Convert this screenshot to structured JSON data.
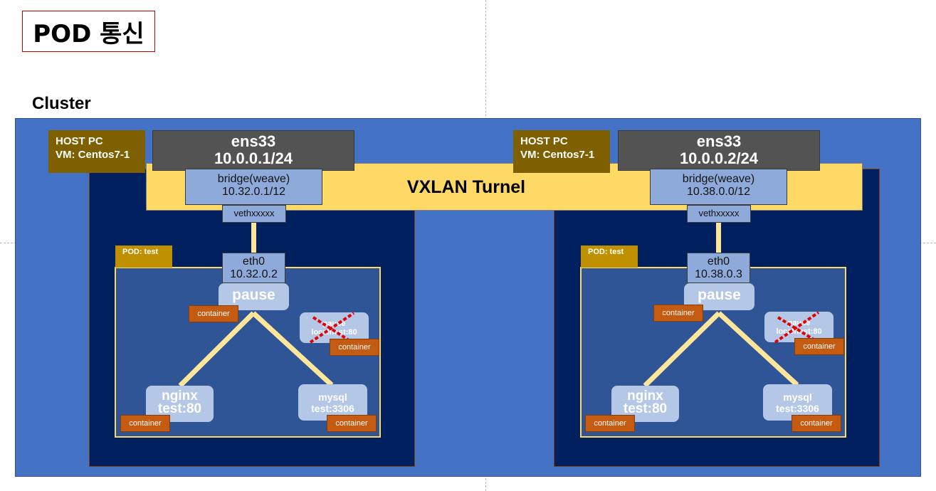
{
  "title": "POD 통신",
  "cluster_label": "Cluster",
  "vxlan_label": "VXLAN Turnel",
  "hosts": [
    {
      "hostpc_line1": "HOST PC",
      "hostpc_line2": "VM: Centos7-1",
      "ens_name": "ens33",
      "ens_ip": "10.0.0.1/24",
      "bridge_name": "bridge(weave)",
      "bridge_ip": "10.32.0.1/12",
      "veth": "vethxxxxx",
      "pod_tag": "POD: test",
      "eth_name": "eth0",
      "eth_ip": "10.32.0.2",
      "pause": "pause",
      "nginx_line1": "nginx",
      "nginx_line2": "test:80",
      "mysql_line1": "mysql",
      "mysql_line2": "test:3306",
      "small_line1": "pause",
      "small_line2": "localhost:80",
      "container_tag": "container"
    },
    {
      "hostpc_line1": "HOST PC",
      "hostpc_line2": "VM: Centos7-1",
      "ens_name": "ens33",
      "ens_ip": "10.0.0.2/24",
      "bridge_name": "bridge(weave)",
      "bridge_ip": "10.38.0.0/12",
      "veth": "vethxxxxx",
      "pod_tag": "POD: test",
      "eth_name": "eth0",
      "eth_ip": "10.38.0.3",
      "pause": "pause",
      "nginx_line1": "nginx",
      "nginx_line2": "test:80",
      "mysql_line1": "mysql",
      "mysql_line2": "test:3306",
      "small_line1": "pause",
      "small_line2": "localhost:80",
      "container_tag": "container"
    }
  ],
  "colors": {
    "cluster": "#4472c4",
    "host_bg": "#002060",
    "hostpc_bg": "#7f6000",
    "ens_bg": "#535353",
    "vxlan_bar": "#ffd966",
    "label_box": "#8eaadb",
    "pod_area": "#2f5597",
    "pod_tag": "#bf9000",
    "container_box": "#b4c7e7",
    "container_tag": "#c55a11",
    "connector": "#ffe699",
    "cross": "#e00000"
  }
}
